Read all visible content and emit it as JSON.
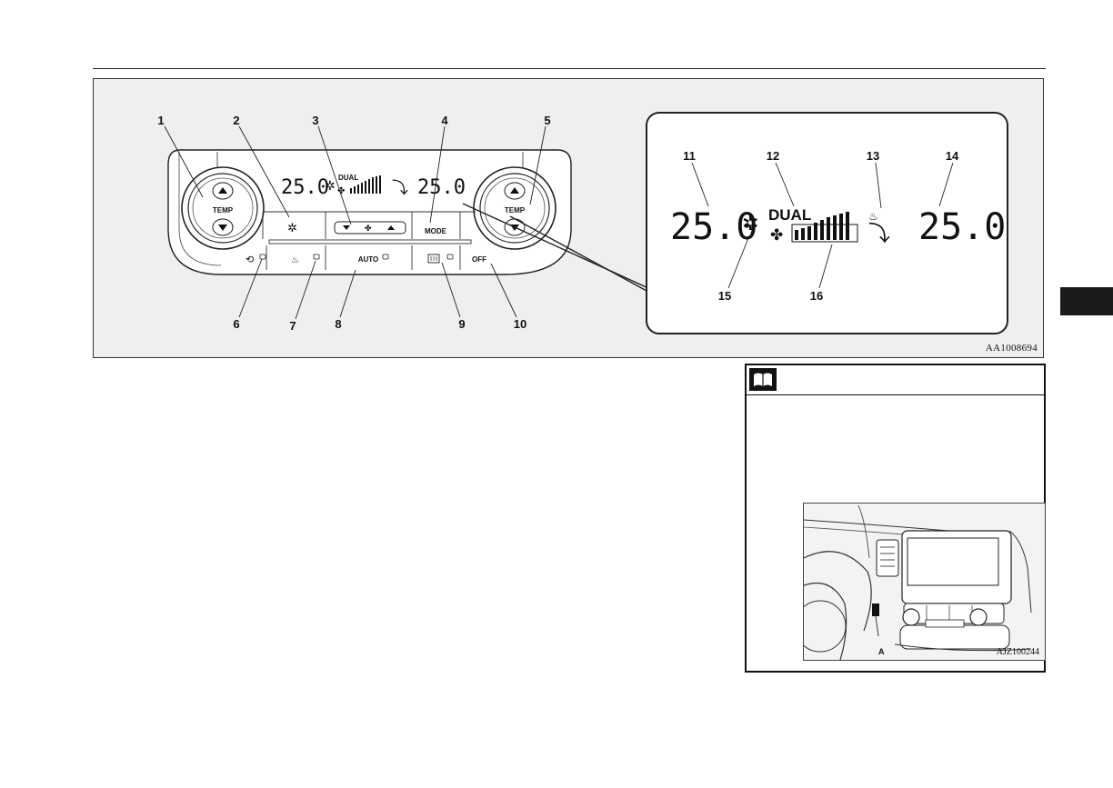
{
  "figure": {
    "code": "AA1008694",
    "callouts": [
      "1",
      "2",
      "3",
      "4",
      "5",
      "6",
      "7",
      "8",
      "9",
      "10",
      "11",
      "12",
      "13",
      "14",
      "15",
      "16"
    ],
    "panel": {
      "left_temp": "25.0",
      "right_temp": "25.0",
      "dual_label": "DUAL",
      "left_knob_label": "TEMP",
      "right_knob_label": "TEMP",
      "mode_label": "MODE",
      "auto_label": "AUTO",
      "off_label": "OFF"
    },
    "zoom": {
      "left_temp": "25.0",
      "right_temp": "25.0",
      "dual_label": "DUAL"
    }
  },
  "note": {
    "figure_code": "AJZ100244",
    "label_a": "A"
  }
}
